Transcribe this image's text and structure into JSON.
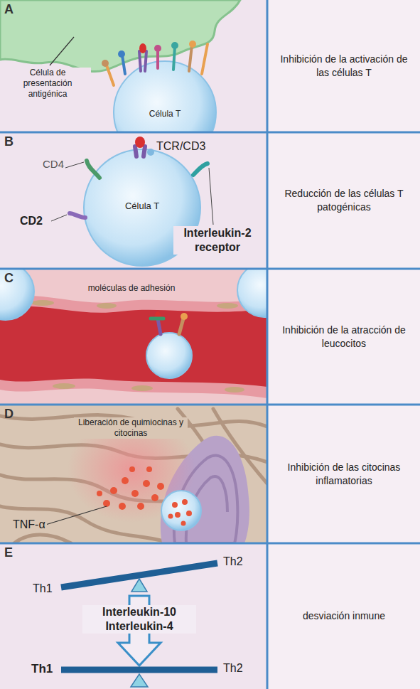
{
  "diagram": {
    "nodes": [
      {
        "text": [
          "A"
        ]
      },
      {
        "text": [
          "Inhibición de la activación de las células T"
        ]
      },
      {
        "text": [
          "B"
        ]
      },
      {
        "text": [
          "Reducción de las células T patogénicas"
        ]
      },
      {
        "text": [
          "C"
        ]
      },
      {
        "text": [
          "Inhibición de la atracción de leucocitos"
        ]
      },
      {
        "text": [
          "D"
        ]
      },
      {
        "text": [
          "Inhibición de las citocinas inflamatorias"
        ]
      },
      {
        "text": [
          "E"
        ]
      },
      {
        "text": [
          "desviación inmune"
        ]
      }
    ],
    "labels": [
      "Célula de presentación antigénica",
      "Célula T",
      "CD4",
      "TCR/CD3",
      "CD2",
      "Célula T",
      "Interleukin-2 receptor",
      "moléculas de adhesión",
      "Liberación de quimiocinas y citocinas",
      "TNF-α",
      "Th1",
      "Th2",
      "Interleukin-10 Interleukin-4",
      "Th1",
      "Th2"
    ]
  }
}
